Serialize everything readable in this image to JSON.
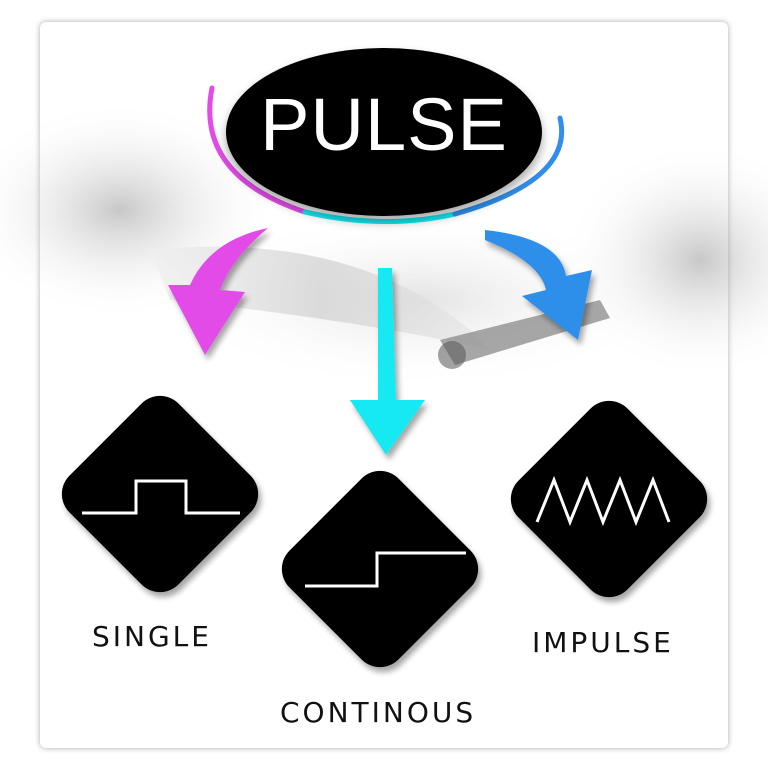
{
  "title": "PULSE",
  "modes": [
    {
      "label": "SINGLE",
      "waveform": "square-pulse-icon",
      "arrow_color": "#e24be8"
    },
    {
      "label": "CONTINOUS",
      "waveform": "step-icon",
      "arrow_color": "#17e9f2"
    },
    {
      "label": "IMPULSE",
      "waveform": "sawtooth-icon",
      "arrow_color": "#2f8fea"
    }
  ]
}
